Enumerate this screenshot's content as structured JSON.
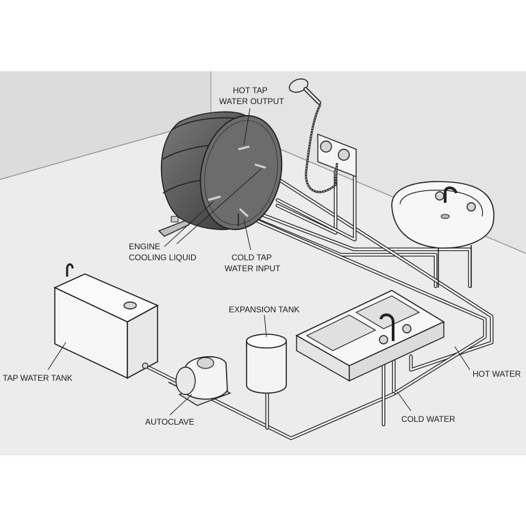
{
  "labels": {
    "hot_tap_output": [
      "HOT TAP",
      "WATER OUTPUT"
    ],
    "engine_cooling": [
      "ENGINE",
      "COOLING LIQUID"
    ],
    "cold_tap_input": [
      "COLD TAP",
      "WATER INPUT"
    ],
    "expansion_tank": "EXPANSION TANK",
    "tap_water_tank": "TAP WATER TANK",
    "autoclave": "AUTOCLAVE",
    "hot_water": "HOT WATER",
    "cold_water": "COLD WATER"
  },
  "colors": {
    "background": "#ffffff",
    "room_fill": "#ebebeb",
    "boiler_dark": "#5b5b5b",
    "ink": "#222222",
    "fixture_fill": "#f7f7f7"
  }
}
